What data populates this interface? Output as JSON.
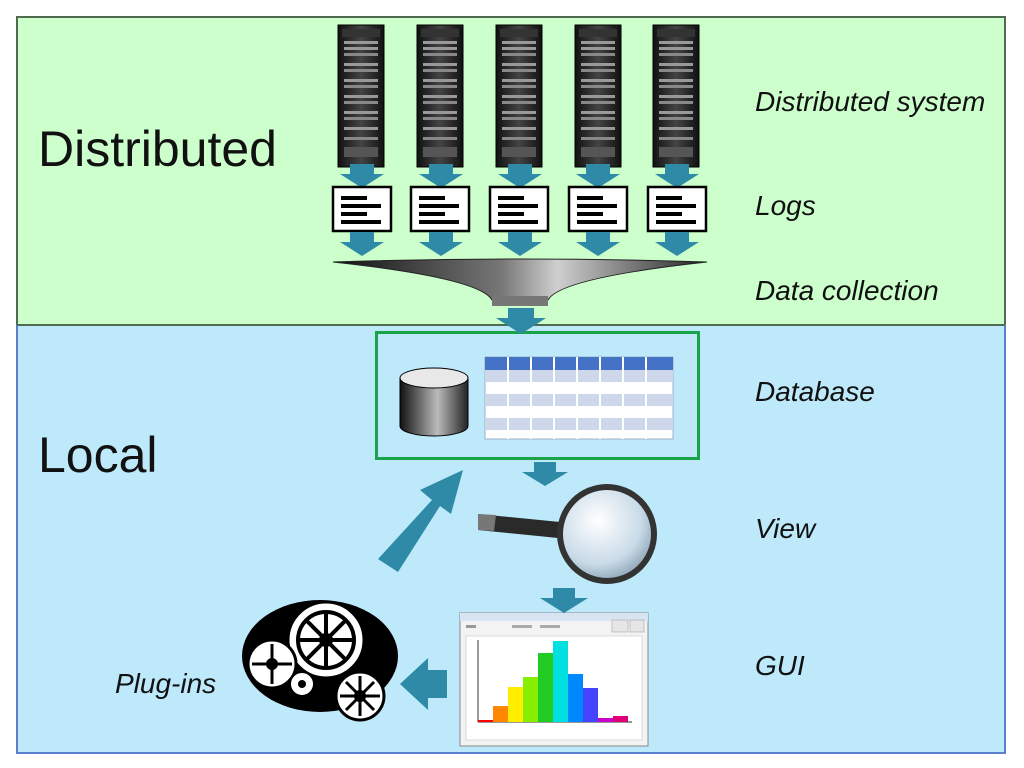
{
  "zones": {
    "distributed": {
      "label": "Distributed"
    },
    "local": {
      "label": "Local"
    }
  },
  "stages": [
    {
      "id": "distributed-system",
      "label": "Distributed system"
    },
    {
      "id": "logs",
      "label": "Logs"
    },
    {
      "id": "data-collection",
      "label": "Data collection"
    },
    {
      "id": "database",
      "label": "Database"
    },
    {
      "id": "view",
      "label": "View"
    },
    {
      "id": "gui",
      "label": "GUI"
    }
  ],
  "plugins": {
    "label": "Plug-ins"
  },
  "colors": {
    "distributed_bg": "#ccffcc",
    "local_bg": "#bde9fb",
    "arrow": "#2e8aa6",
    "db_border": "#1aa34a",
    "table_header": "#4472c4"
  },
  "icons": [
    "server-rack-icon",
    "log-file-icon",
    "funnel-icon",
    "database-cylinder-icon",
    "table-icon",
    "magnifier-icon",
    "histogram-window-icon",
    "gears-icon"
  ]
}
